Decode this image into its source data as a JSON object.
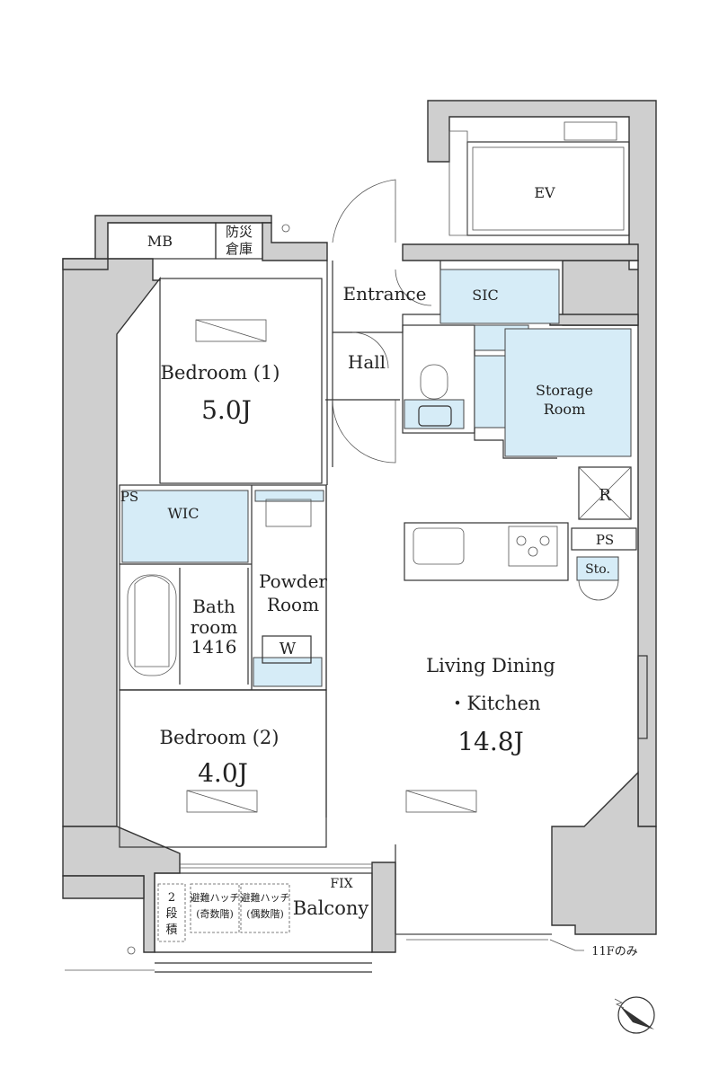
{
  "rooms": {
    "entrance": "Entrance",
    "hall": "Hall",
    "sic": "SIC",
    "storage_line1": "Storage",
    "storage_line2": "Room",
    "ev": "EV",
    "mb": "MB",
    "bousai_line1": "防災",
    "bousai_line2": "倉庫",
    "bedroom1": "Bedroom (1)",
    "bedroom1_area": "5.0J",
    "bedroom2": "Bedroom (2)",
    "bedroom2_area": "4.0J",
    "wic": "WIC",
    "ps1": "PS",
    "ps2": "PS",
    "powder_line1": "Powder",
    "powder_line2": "Room",
    "bath_line1": "Bath",
    "bath_line2": "room",
    "bath_line3": "1416",
    "washer": "W",
    "refrigerator": "R",
    "sto": "Sto.",
    "ldk_line1": "Living Dining",
    "ldk_line2": "・Kitchen",
    "ldk_area": "14.8J",
    "balcony": "Balcony",
    "fix": "FIX",
    "hatch1_line1": "避難ハッチ",
    "hatch1_line2": "(奇数階)",
    "hatch2_line1": "避難ハッチ",
    "hatch2_line2": "(偶数階)",
    "nidan_line1": "2",
    "nidan_line2": "段",
    "nidan_line3": "積"
  },
  "notes": {
    "floor_only": "11Fのみ"
  },
  "colors": {
    "wall": "#cfcfcf",
    "storage": "#d6ecf7",
    "line": "#333333"
  },
  "icons": {
    "compass": "north-arrow-icon"
  }
}
